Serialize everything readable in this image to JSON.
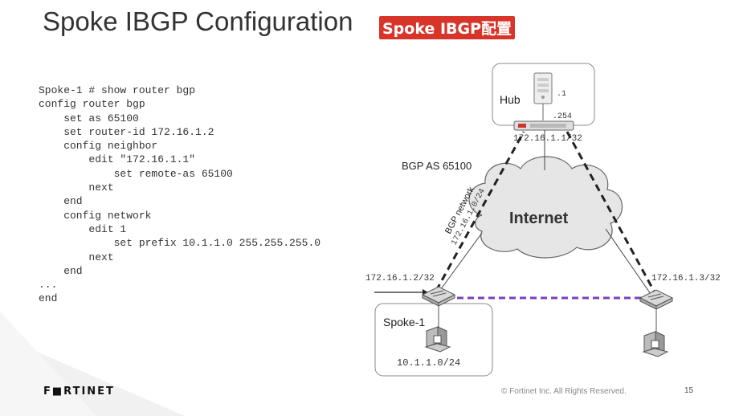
{
  "slide": {
    "title": "Spoke IBGP Configuration",
    "badge": "Spoke IBGP配置"
  },
  "code": {
    "lines": [
      "Spoke-1 # show router bgp",
      "config router bgp",
      "    set as 65100",
      "    set router-id 172.16.1.2",
      "    config neighbor",
      "        edit \"172.16.1.1\"",
      "            set remote-as 65100",
      "        next",
      "    end",
      "    config network",
      "        edit 1",
      "            set prefix 10.1.1.0 255.255.255.0",
      "        next",
      "    end",
      "...",
      "end"
    ]
  },
  "diagram": {
    "hub_label": "Hub",
    "hub_server_ip_suffix": ".1",
    "hub_fw_ip_suffix": ".254",
    "hub_ip": "172.16.1.1/32",
    "bgp_as_label": "BGP AS 65100",
    "internet_label": "Internet",
    "bgp_network_label": "BGP network",
    "bgp_network_prefix": "172.16.1.0/24",
    "spoke1_ip": "172.16.1.2/32",
    "spoke2_ip": "172.16.1.3/32",
    "spoke1_label": "Spoke-1",
    "spoke1_lan": "10.1.1.0/24",
    "colors": {
      "link_dashed": "#222222",
      "spoke_link": "#7a3fbf",
      "cloud_fill": "#e6e6e6",
      "cloud_stroke": "#666666"
    }
  },
  "footer": {
    "logo": "F■RTINET",
    "copyright": "© Fortinet Inc. All Rights Reserved.",
    "page": "15"
  }
}
